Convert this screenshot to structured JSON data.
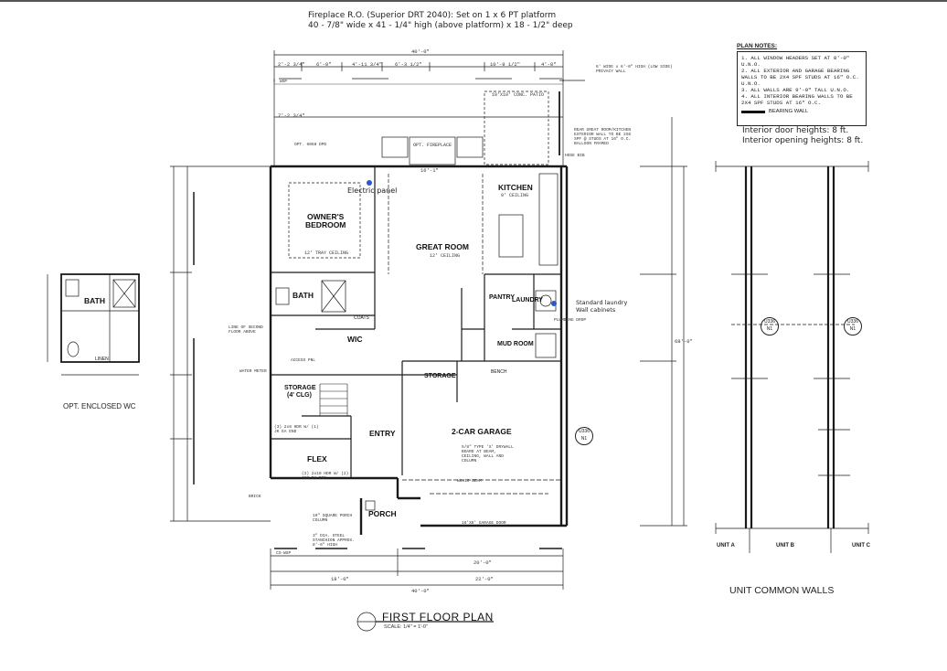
{
  "header": {
    "line1": "Fireplace R.O. (Superior DRT 2040): Set on 1 x 6 PT platform",
    "line2": "40 - 7/8\" wide x 41 - 1/4\" high (above platform) x 18 - 1/2\" deep"
  },
  "plan_notes": {
    "title": "PLAN NOTES:",
    "items": [
      "1. ALL WINDOW HEADERS SET AT 8'-0\" U.N.O.",
      "2. ALL EXTERIOR AND GARAGE BEARING WALLS TO BE 2X4 SPF STUDS AT 16\" O.C. U.N.O.",
      "3. ALL WALLS ARE 9'-0\" TALL U.N.O.",
      "4. ALL INTERIOR BEARING WALLS TO BE 2X4 SPF STUDS AT 16\" O.C."
    ],
    "legend": "BEARING WALL"
  },
  "notes": {
    "door_heights": "Interior door heights: 8 ft.",
    "opening_heights": "Interior opening heights: 8 ft.",
    "electric_panel": "Electric panel",
    "laundry_cabinets_1": "Standard laundry",
    "laundry_cabinets_2": "Wall cabinets"
  },
  "rooms": {
    "owners_bedroom_1": "OWNER'S",
    "owners_bedroom_2": "BEDROOM",
    "great_room": "GREAT ROOM",
    "kitchen": "KITCHEN",
    "bath": "BATH",
    "wic": "WIC",
    "laundry": "LAUNDRY",
    "pantry": "PANTRY",
    "mud_room": "MUD ROOM",
    "storage_left_1": "STORAGE",
    "storage_left_2": "(4' CLG)",
    "storage_center": "STORAGE",
    "entry": "ENTRY",
    "garage": "2-CAR GARAGE",
    "flex": "FLEX",
    "porch": "PORCH",
    "coats": "COATS",
    "bench": "BENCH",
    "linen": "LINEN",
    "opt_bath": "BATH"
  },
  "annotations": {
    "patio": "10'X10' CONC. PATIO",
    "fireplace": "OPT. FIREPLACE",
    "tray_ceiling": "12' TRAY CEILING",
    "great_ceiling": "12' CEILING",
    "kitchen_ceiling": "9' CEILING",
    "water_meter": "WATER METER",
    "plumbing_drop": "PLUMBING DROP",
    "hose_bib": "HOSE BIB",
    "garage_door": "16'X8' GARAGE DOOR",
    "opt_door": "OPT. 6068 DPD",
    "brick": "BRICK",
    "line_second_floor": "LINE OF SECOND FLOOR ABOVE",
    "header_3": "(3) 2x8 HDR W/ (1) JK EA END",
    "header_2": "(2) 2x10 HDR W/ (2) JKS EA END",
    "drywall": "5/8\" TYPE 'X' DRYWALL BOARD AT BEAM, CEILING, WALL AND COLUMN",
    "steel_beam": "W8x10 BEAM",
    "porch_column": "10\" SQUARE PORCH COLUMN",
    "steel_stanchion": "3\" DIA. STEEL STANCHION APPROX. 8'-6\" HIGH",
    "privacy_wall": "6' WIDE x 6'-0\" HIGH (LOW SIDE) PRIVACY WALL",
    "rear_wall": "REAR GREAT ROOM/KITCHEN EXTERIOR WALL TO BE 2X6 SPF @ STUDS AT 16\" O.C. BALLOON FRAMED",
    "access_panel": "ACCESS PNL",
    "wsp": "WSP",
    "cs_wsp": "CS-WSP"
  },
  "dimensions": {
    "overall_width": "40'-0\"",
    "top_1": "2'-2 3/4\"",
    "top_2": "6'-0\"",
    "top_3": "4'-11 3/4\"",
    "top_4": "6'-3 1/2\"",
    "top_5": "10'-9 1/2\"",
    "top_6": "4'-0\"",
    "left_1": "7'-2 3/4\"",
    "left_2": "16'-1\"",
    "right_total": "68'-0\"",
    "bottom_1": "18'-0\"",
    "bottom_2": "22'-0\"",
    "garage_w": "20'-0\""
  },
  "title_block": {
    "title": "FIRST FLOOR PLAN",
    "scale": "SCALE: 1/4\" = 1'-0\""
  },
  "opt_wc": {
    "title": "OPT. ENCLOSED WC"
  },
  "unit_walls": {
    "title": "UNIT COMMON WALLS",
    "unit_a": "UNIT A",
    "unit_b": "UNIT B",
    "unit_c": "UNIT C",
    "tag_top": "U336",
    "tag_bot": "N1"
  },
  "colors": {
    "line": "#1a1a1a",
    "marker": "#2b57c9"
  }
}
